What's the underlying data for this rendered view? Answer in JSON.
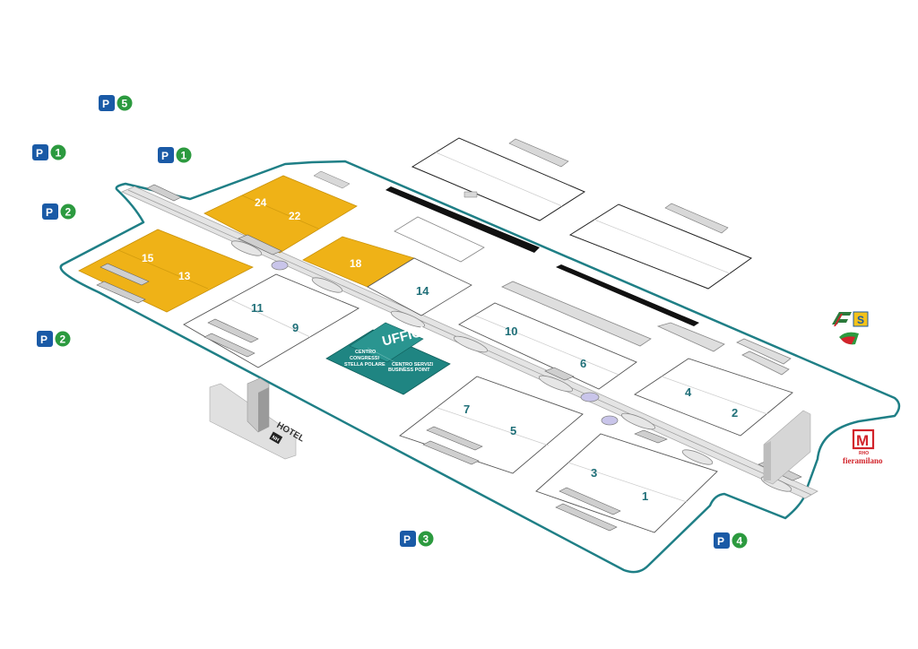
{
  "colors": {
    "teal": "#1f7f86",
    "yellow": "#efb217",
    "parking_blue": "#1a5aa6",
    "parking_green": "#2c9a3f",
    "offices": "#1f8582",
    "metro_red": "#d2232a"
  },
  "halls": {
    "h1": "1",
    "h2": "2",
    "h3": "3",
    "h4": "4",
    "h5": "5",
    "h6": "6",
    "h7": "7",
    "h9": "9",
    "h10": "10",
    "h11": "11",
    "h13": "13",
    "h14": "14",
    "h15": "15",
    "h18": "18",
    "h22": "22",
    "h24": "24"
  },
  "offices": {
    "title": "UFFICI",
    "left_line1": "CENTRO",
    "left_line2": "CONGRESSI",
    "left_line3": "STELLA POLARE",
    "right_line1": "CENTRO SERVIZI",
    "right_line2": "BUSINESS POINT"
  },
  "hotel": {
    "label": "HOTEL",
    "badge": "NH"
  },
  "parkings": [
    {
      "id": "p5",
      "letter": "P",
      "number": "5",
      "icon": "parking-icon"
    },
    {
      "id": "p1",
      "letter": "P",
      "number": "1",
      "icon": "parking-icon"
    },
    {
      "id": "p1b",
      "letter": "P",
      "number": "1",
      "icon": "parking-icon"
    },
    {
      "id": "p2a",
      "letter": "P",
      "number": "2",
      "icon": "parking-icon"
    },
    {
      "id": "p2b",
      "letter": "P",
      "number": "2",
      "icon": "parking-icon"
    },
    {
      "id": "p3",
      "letter": "P",
      "number": "3",
      "icon": "parking-icon"
    },
    {
      "id": "p4",
      "letter": "P",
      "number": "4",
      "icon": "parking-icon"
    }
  ],
  "transit": {
    "rail_icon": "railway-icon",
    "suburban_letter": "S",
    "trenord_icon": "trenord-icon",
    "metro_letter": "M",
    "metro_stop": "RHO",
    "metro_name": "fieramilano"
  }
}
